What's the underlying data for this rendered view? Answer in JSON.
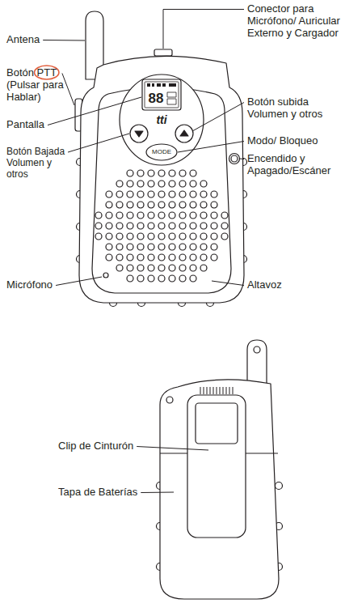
{
  "diagram": {
    "labels": [
      "Antena",
      "Conector para Micrófono/ Auricular Externo y Cargador",
      "Botón PTT (Pulsar para Hablar)",
      "Botón subida Volumen y otros",
      "Pantalla",
      "Modo/ Bloqueo",
      "Botón Bajada Volumen y otros",
      "Encendido y Apagado/Escáner",
      "Micrófono",
      "Altavoz",
      "88",
      "tti",
      "MODE",
      "Clip de Cinturón",
      "Tapa de Baterías"
    ]
  }
}
